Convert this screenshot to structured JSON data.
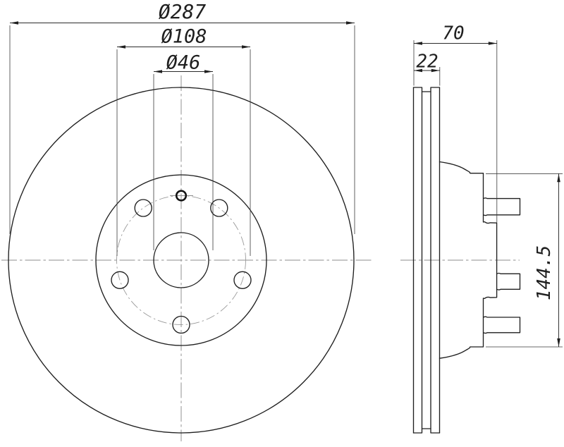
{
  "drawing": {
    "kind": "brake-disc-technical-drawing",
    "views": {
      "front": "front-view",
      "side": "side-profile-view"
    },
    "bolt_hole_count": 5,
    "colors": {
      "background": "#ffffff",
      "outline": "#1f1f1f",
      "dimension": "#2b2b2b",
      "centerline": "#8e8e8e"
    }
  },
  "dims": {
    "outer_diameter": {
      "label": "Ø287",
      "value_mm": 287
    },
    "bolt_circle": {
      "label": "Ø108",
      "value_mm": 108
    },
    "center_bore": {
      "label": "Ø46",
      "value_mm": 46
    },
    "total_width": {
      "label": "70",
      "value_mm": 70
    },
    "disc_thickness": {
      "label": "22",
      "value_mm": 22
    },
    "flange_diameter": {
      "label": "144.5",
      "value_mm": 144.5
    }
  }
}
